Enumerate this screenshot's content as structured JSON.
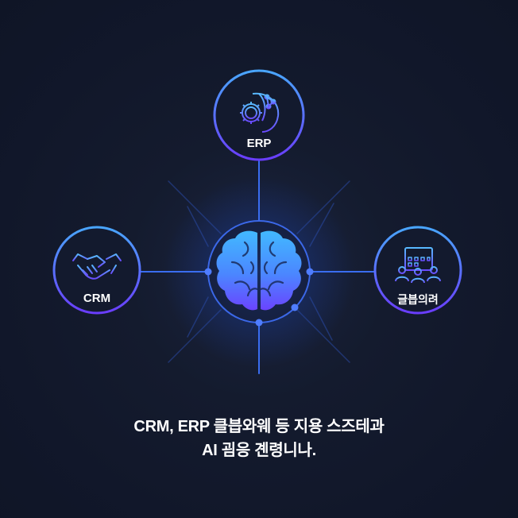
{
  "nodes": {
    "top": {
      "label": "ERP",
      "icon": "gear-globe-network-icon"
    },
    "left": {
      "label": "CRM",
      "icon": "handshake-icon"
    },
    "right": {
      "label": "글븝의려",
      "icon": "calendar-people-icon"
    },
    "center": {
      "icon": "brain-icon"
    }
  },
  "caption": {
    "line1": "CRM, ERP 클븝와웨 등 지용 스즈테과",
    "line2": "AI 굄응 곈령니나."
  },
  "colors": {
    "background": "#11172a",
    "ring": "#3f6dfb",
    "ring_gradient_top": "#4aa8ff",
    "ring_gradient_bottom": "#6a3dff",
    "connector": "#3a6df0",
    "brain_top": "#4fb8ff",
    "brain_bottom": "#6b4cff",
    "glow": "#1e5bff"
  }
}
